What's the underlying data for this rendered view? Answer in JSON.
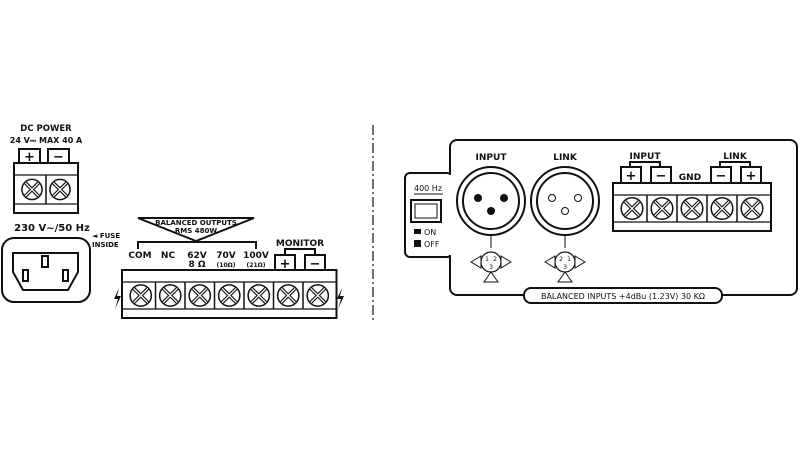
{
  "left_panel": {
    "dc_power": {
      "title": "DC POWER",
      "spec": "24 V⎓ MAX 40 A",
      "plus": "+",
      "minus": "−"
    },
    "mains": {
      "rating": "230 V~/50 Hz",
      "fuse_line1": "◄ FUSE",
      "fuse_line2": "INSIDE"
    },
    "outputs": {
      "title": "BALANCED OUTPUTS",
      "power": "RMS 480W",
      "terminals": [
        {
          "label": "COM",
          "sub": ""
        },
        {
          "label": "NC",
          "sub": ""
        },
        {
          "label": "62V",
          "sub": "8 Ω"
        },
        {
          "label": "70V",
          "sub": "(10Ω)"
        },
        {
          "label": "100V",
          "sub": "(21Ω)"
        }
      ],
      "monitor": {
        "title": "MONITOR",
        "plus": "+",
        "minus": "−"
      }
    }
  },
  "right_panel": {
    "test_tone": {
      "label": "400 Hz",
      "on": "ON",
      "off": "OFF"
    },
    "xlr_input": {
      "label": "INPUT",
      "pins": [
        "1",
        "2",
        "3"
      ]
    },
    "xlr_link": {
      "label": "LINK",
      "pins": [
        "2",
        "1",
        "3"
      ]
    },
    "terminal_block": {
      "input_label": "INPUT",
      "link_label": "LINK",
      "gnd_label": "GND",
      "tabs": [
        "+",
        "−",
        "−",
        "+"
      ]
    },
    "spec_label": "BALANCED INPUTS +4dBu (1.23V) 30 KΩ"
  }
}
